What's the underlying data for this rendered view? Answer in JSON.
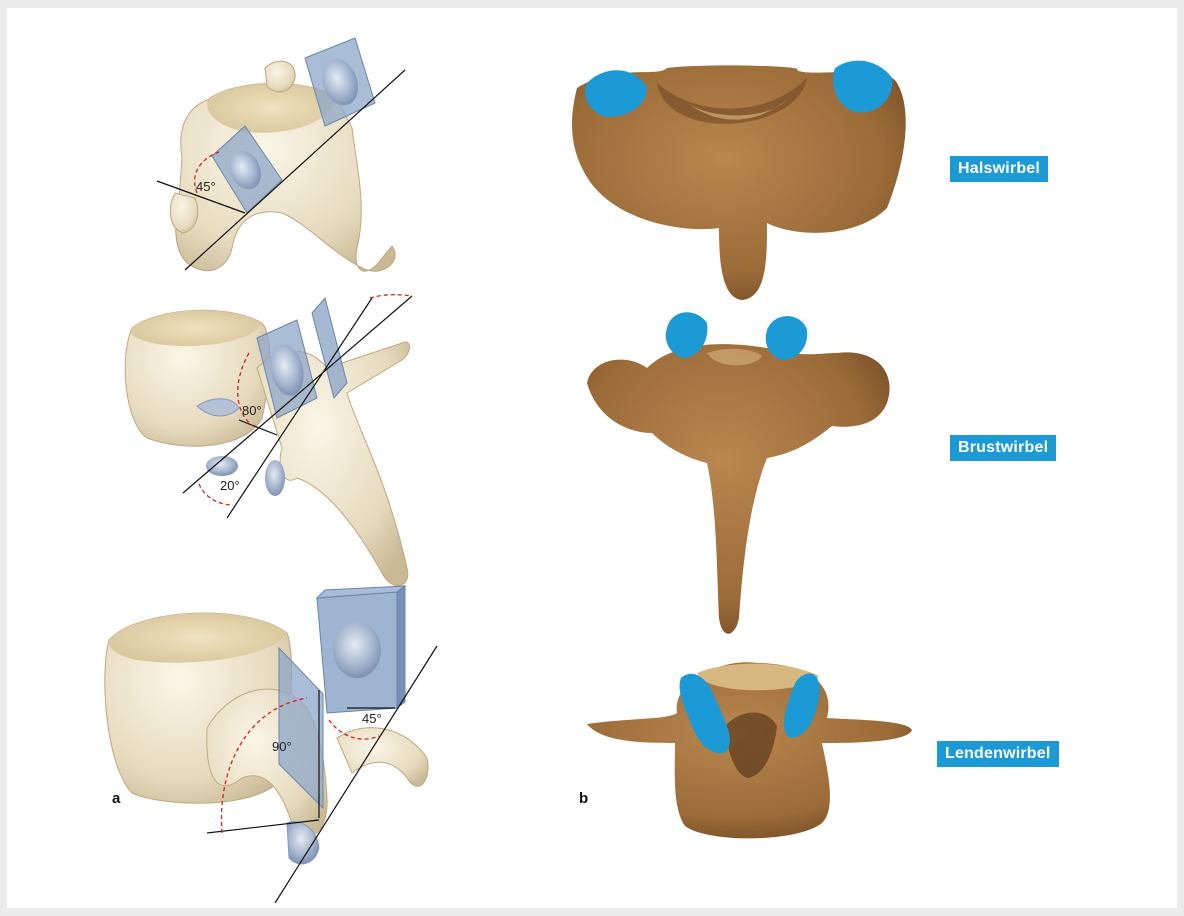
{
  "figure": {
    "panel_a": {
      "letter": "a",
      "views": [
        {
          "vertebra": "cervical",
          "angles": [
            "45°"
          ]
        },
        {
          "vertebra": "thoracic",
          "angles": [
            "80°",
            "20°"
          ]
        },
        {
          "vertebra": "lumbar",
          "angles": [
            "90°",
            "45°"
          ]
        }
      ]
    },
    "panel_b": {
      "letter": "b",
      "labels": [
        "Halswirbel",
        "Brustwirbel",
        "Lendenwirbel"
      ]
    },
    "colors": {
      "facet_highlight": "#1c9ad6",
      "facet_plane": "#8ea7c8",
      "bone_illustration": "#ece2c8",
      "bone_photo": "#a4723f",
      "angle_arc": "#d42020"
    }
  }
}
